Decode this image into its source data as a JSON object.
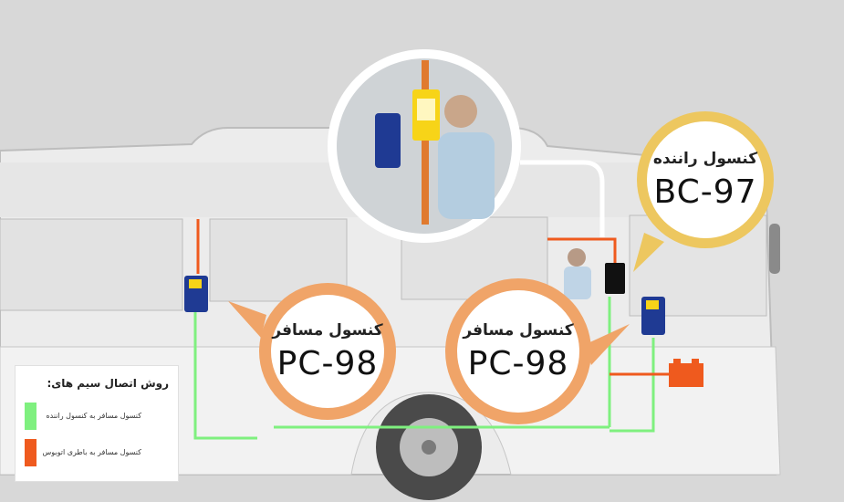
{
  "driver_console": {
    "label": "کنسول راننده",
    "model": "BC-97"
  },
  "passenger_consoles": [
    {
      "label": "کنسول مسافر",
      "model": "PC-98"
    },
    {
      "label": "کنسول مسافر",
      "model": "PC-98"
    }
  ],
  "legend": {
    "title": "روش اتصال سیم های:",
    "items": [
      {
        "label": "کنسول مسافر به کنسول راننده",
        "color": "#7ff07f"
      },
      {
        "label": "کنسول مسافر به باطری اتوبوس",
        "color": "#ef5a1e"
      }
    ]
  },
  "colors": {
    "bc_ring": "#edc75f",
    "pc_ring": "#f0a468",
    "console_blue": "#1f3a93",
    "console_yellow": "#f7d418"
  }
}
